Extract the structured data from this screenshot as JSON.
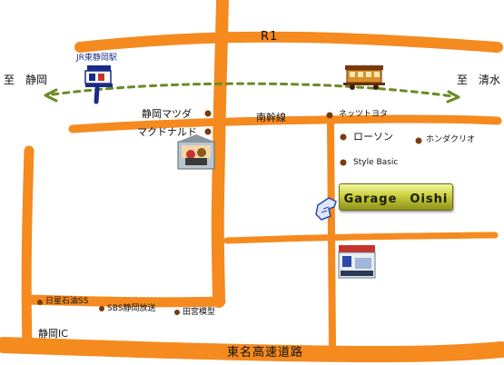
{
  "colors": {
    "road": "#f58a1f",
    "rail": "#6b8a23",
    "dot": "#7a3a0c",
    "badge": "#c9cf3c"
  },
  "labels": {
    "r1": "R1",
    "to_shizuoka": "至　静岡",
    "to_shimizu": "至　清水",
    "jr_station": "JR東静岡駅",
    "nankansen": "南幹線",
    "tomei": "東名高速道路",
    "shizuoka_ic": "静岡IC"
  },
  "landmarks": [
    {
      "key": "mazda",
      "label": "静岡マツダ"
    },
    {
      "key": "mcdonalds",
      "label": "マクドナルド"
    },
    {
      "key": "netz",
      "label": "ネッツトヨタ"
    },
    {
      "key": "lawson",
      "label": "ローソン"
    },
    {
      "key": "honda",
      "label": "ホンダクリオ"
    },
    {
      "key": "style_basic",
      "label": "Style Basic"
    },
    {
      "key": "nissekiss",
      "label": "日星石油SS"
    },
    {
      "key": "sbs",
      "label": "SBS静岡放送"
    },
    {
      "key": "tamiya",
      "label": "田宮模型"
    }
  ],
  "destination": {
    "label": "Garage　Oishi"
  },
  "icons": [
    "station-icon",
    "train-icon",
    "store-icon",
    "hand-pointer-icon",
    "shop-icon"
  ]
}
